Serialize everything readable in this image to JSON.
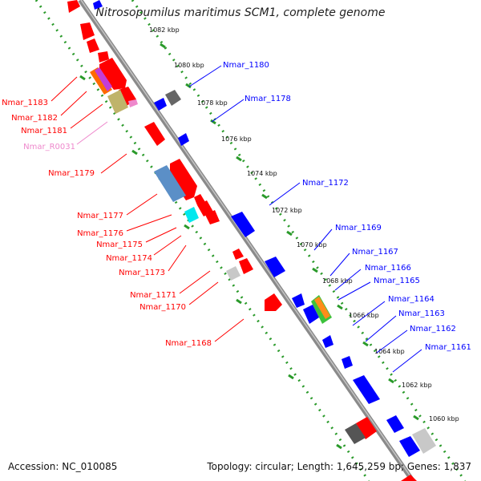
{
  "title": "Nitrosopumilus maritimus SCM1, complete genome",
  "footer": {
    "accession": "Accession: NC_010085",
    "summary": "Topology: circular; Length: 1,645,259 bp; Genes: 1,837"
  },
  "scale_labels": [
    "1082 kbp",
    "1080 kbp",
    "1078 kbp",
    "1076 kbp",
    "1074 kbp",
    "1072 kbp",
    "1070 kbp",
    "1068 kbp",
    "1066 kbp",
    "1064 kbp",
    "1062 kbp",
    "1060 kbp"
  ],
  "right_labels": [
    "Nmar_1180",
    "Nmar_1178",
    "Nmar_1172",
    "Nmar_1169",
    "Nmar_1167",
    "Nmar_1166",
    "Nmar_1165",
    "Nmar_1164",
    "Nmar_1163",
    "Nmar_1162",
    "Nmar_1161"
  ],
  "left_labels": [
    "Nmar_1183",
    "Nmar_1182",
    "Nmar_1181",
    "Nmar_R0031",
    "Nmar_1179",
    "Nmar_1177",
    "Nmar_1176",
    "Nmar_1175",
    "Nmar_1174",
    "Nmar_1173",
    "Nmar_1171",
    "Nmar_1170",
    "Nmar_1168"
  ],
  "colors": {
    "forward_gene": "#ff0000",
    "reverse_gene": "#0000ff",
    "rna_label": "#ee88cc",
    "backbone": "#8a8a8a",
    "tick_track": "#2a9a2a"
  }
}
